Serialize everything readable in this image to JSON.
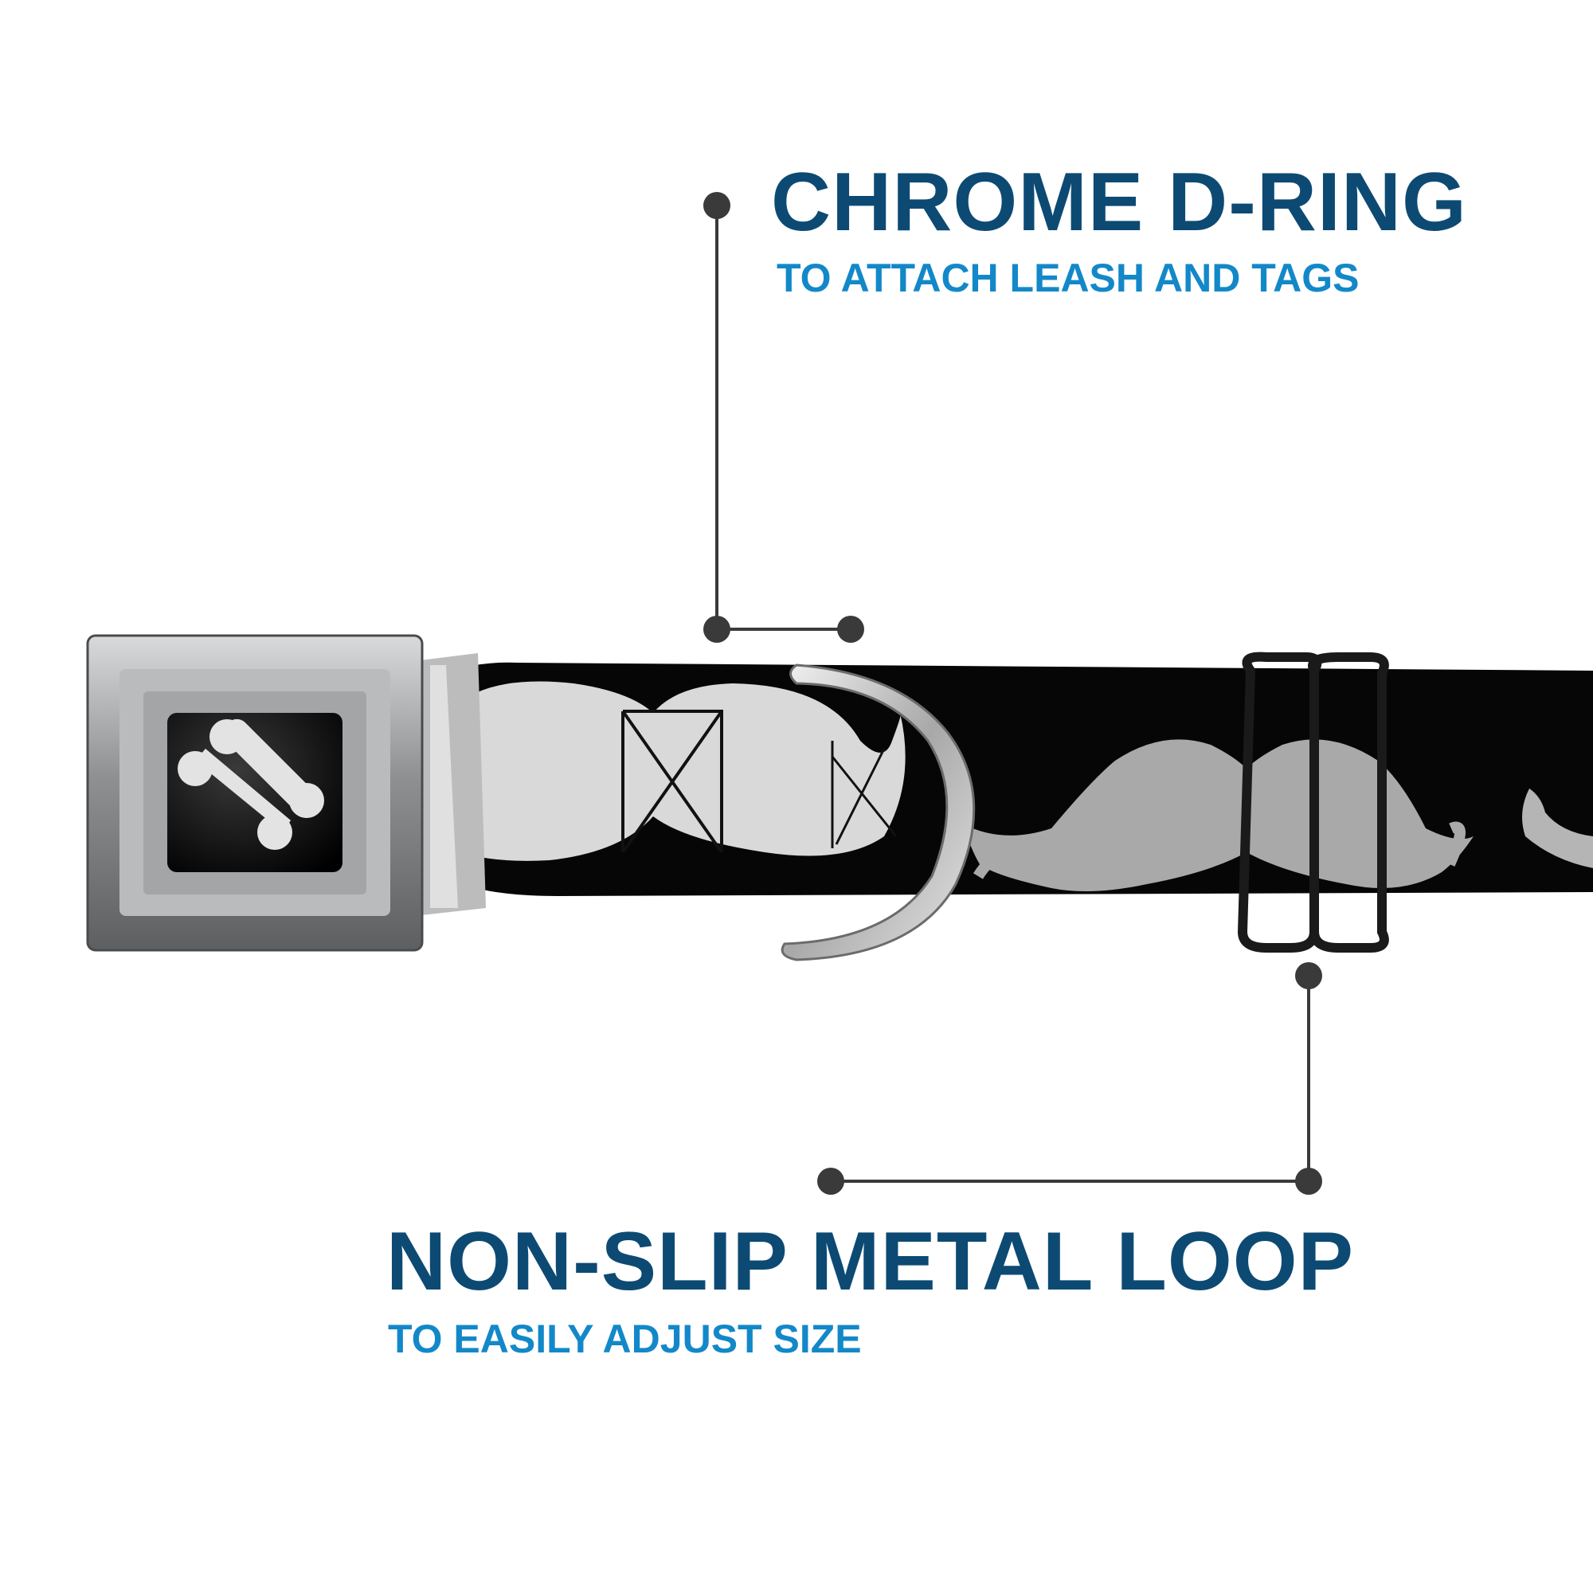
{
  "callouts": {
    "d_ring": {
      "title": "CHROME D-RING",
      "subtitle": "TO ATTACH LEASH AND TAGS"
    },
    "metal_loop": {
      "title": "NON-SLIP METAL LOOP",
      "subtitle": "TO EASILY ADJUST SIZE"
    }
  },
  "colors": {
    "title": "#0d4a73",
    "subtitle": "#1388c9",
    "leader_line": "#3a3a3a",
    "collar": "#050505",
    "mustache": "#cfcfcf",
    "buckle": "#9a9c9e"
  },
  "icons": {
    "buckle_logo": "bone-icon",
    "pattern": "mustache-icon"
  }
}
